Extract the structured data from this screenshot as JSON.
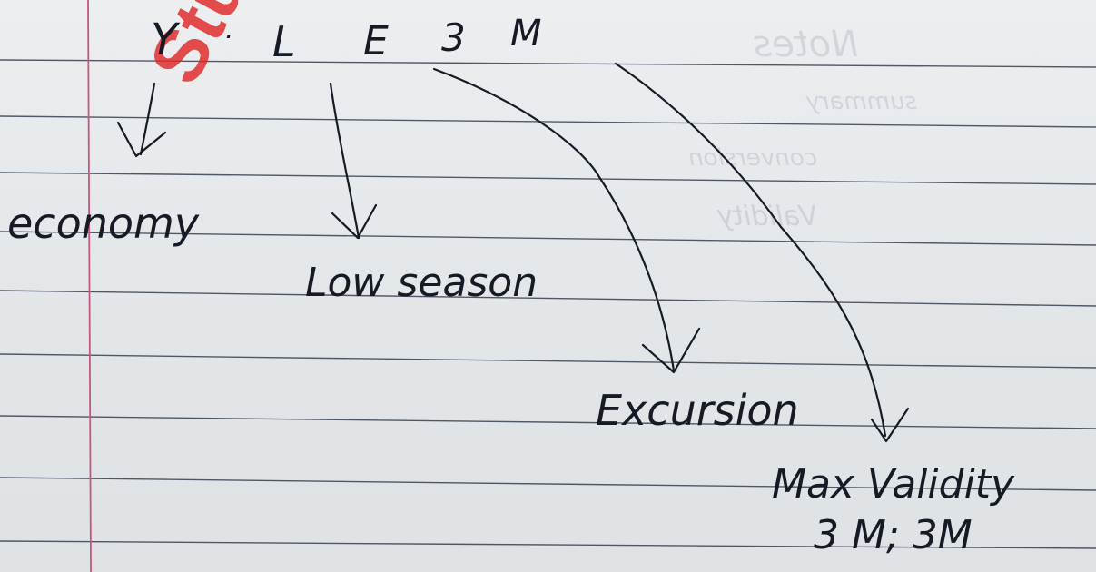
{
  "header": {
    "code_letters": [
      "Y",
      "L",
      "E",
      "3",
      "M"
    ],
    "separator": "."
  },
  "annotations": {
    "y": "economy",
    "l": "Low season",
    "e": "Excursion",
    "m_line1": "Max Validity",
    "m_line2": "3 M; 3M"
  },
  "watermark": {
    "text": "Stu"
  },
  "colors": {
    "paper": "#e6e9ec",
    "rule": "#1e2a3c",
    "margin": "#c2587f",
    "ink": "#151a24",
    "watermark": "#e02828"
  }
}
